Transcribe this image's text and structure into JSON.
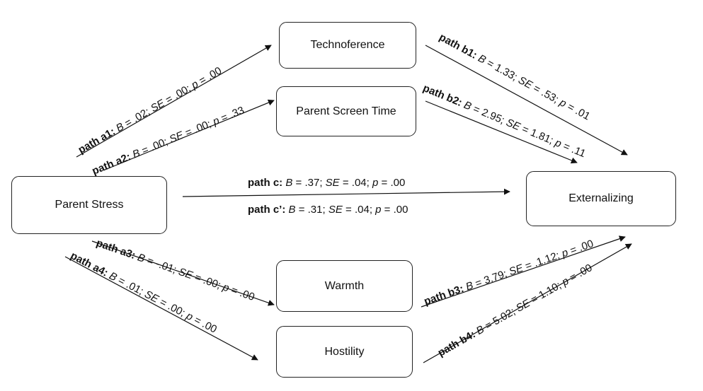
{
  "nodes": {
    "parent_stress": "Parent Stress",
    "technoference": "Technoference",
    "parent_screen_time": "Parent Screen Time",
    "warmth": "Warmth",
    "hostility": "Hostility",
    "externalizing": "Externalizing"
  },
  "paths": {
    "a1": {
      "name": "path a1:",
      "b": ".02",
      "se": ".00",
      "p": ".00"
    },
    "a2": {
      "name": "path a2:",
      "b": ".00",
      "se": ".00",
      "p": ".33"
    },
    "a3": {
      "name": "path a3:",
      "b": "-.01",
      "se": ".00",
      "p": ".00"
    },
    "a4": {
      "name": "path a4:",
      "b": ".01",
      "se": ".00",
      "p": ".00"
    },
    "b1": {
      "name": "path b1:",
      "b": "1.33",
      "se": ".53",
      "p": ".01"
    },
    "b2": {
      "name": "path b2:",
      "b": "2.95",
      "se": "1.81",
      "p": ".11"
    },
    "b3": {
      "name": "path b3:",
      "b": "3.79",
      "se": ".1.12",
      "p": ".00"
    },
    "b4": {
      "name": "path b4:",
      "b": "5.02",
      "se": "1.10",
      "p": ".00"
    },
    "c": {
      "name": "path c:",
      "b": ".37",
      "se": ".04",
      "p": ".00"
    },
    "c_prime": {
      "name": "path c’:",
      "b": ".31",
      "se": ".04",
      "p": ".00"
    }
  },
  "stat_symbols": {
    "b": "B",
    "se": "SE",
    "p": "p"
  }
}
